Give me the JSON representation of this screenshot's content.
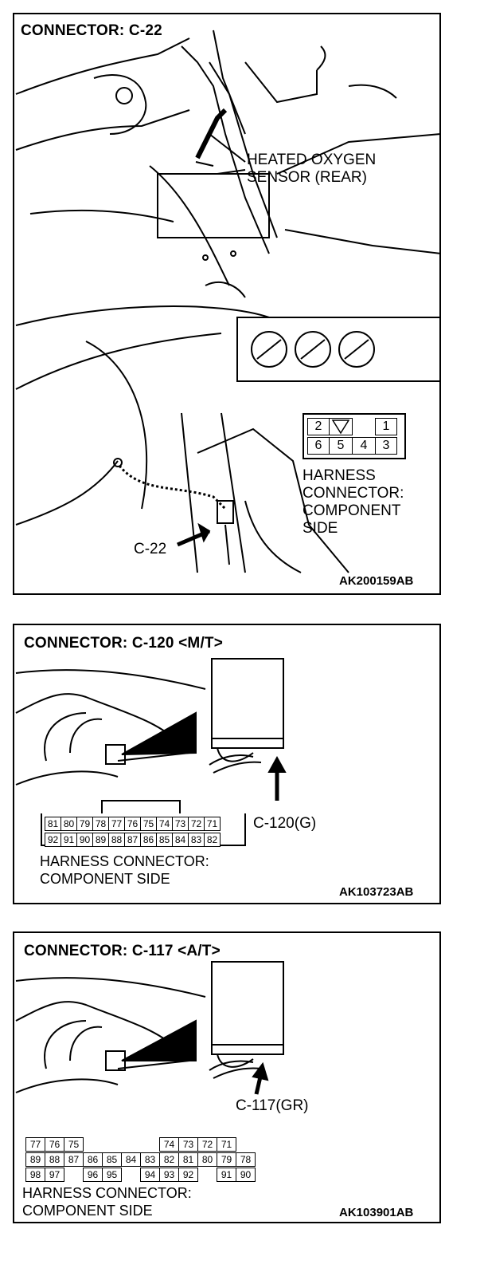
{
  "panels": [
    {
      "title": "CONNECTOR: C-22",
      "sensor_label_1": "HEATED OXYGEN",
      "sensor_label_2": "SENSOR (REAR)",
      "pins_top": [
        "2",
        "",
        "1"
      ],
      "pins_bottom": [
        "6",
        "5",
        "4",
        "3"
      ],
      "harness_1": "HARNESS",
      "harness_2": "CONNECTOR:",
      "harness_3": "COMPONENT",
      "harness_4": "SIDE",
      "pointer": "C-22",
      "code": "AK200159AB"
    },
    {
      "title": "CONNECTOR: C-120 <M/T>",
      "pointer": "C-120(G)",
      "pins_row1": [
        "81",
        "80",
        "79",
        "78",
        "77",
        "76",
        "75",
        "74",
        "73",
        "72",
        "71"
      ],
      "pins_row2": [
        "92",
        "91",
        "90",
        "89",
        "88",
        "87",
        "86",
        "85",
        "84",
        "83",
        "82"
      ],
      "harness_1": "HARNESS CONNECTOR:",
      "harness_2": "COMPONENT SIDE",
      "code": "AK103723AB"
    },
    {
      "title": "CONNECTOR: C-117 <A/T>",
      "pointer": "C-117(GR)",
      "pins_row1": [
        "77",
        "76",
        "75",
        "",
        "",
        "",
        "",
        "74",
        "73",
        "72",
        "71"
      ],
      "pins_row2": [
        "89",
        "88",
        "87",
        "86",
        "85",
        "84",
        "83",
        "82",
        "81",
        "80",
        "79",
        "78"
      ],
      "pins_row3": [
        "98",
        "97",
        "",
        "96",
        "95",
        "",
        "94",
        "93",
        "92",
        "",
        "91",
        "90"
      ],
      "harness_1": "HARNESS CONNECTOR:",
      "harness_2": "COMPONENT SIDE",
      "code": "AK103901AB"
    }
  ]
}
